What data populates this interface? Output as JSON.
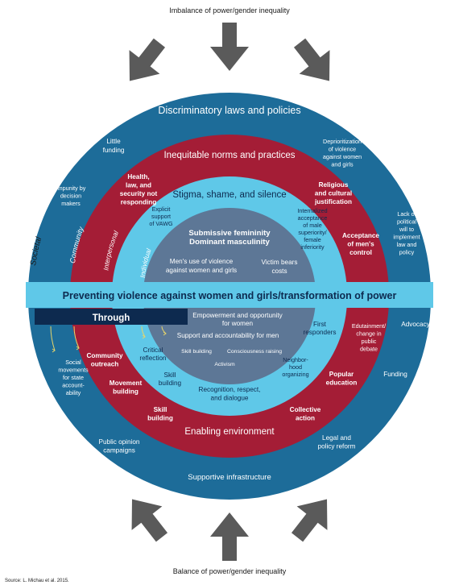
{
  "top_label": "Imbalance of power/gender inequality",
  "bottom_label": "Balance of power/gender inequality",
  "source": "Source: L. Michau et al. 2015.",
  "colors": {
    "outer_ring": "#1d6c99",
    "middle_ring": "#a41d36",
    "inner_ring": "#5fc8e8",
    "core": "#5d7796",
    "band": "#5fc8e8",
    "arrow": "#5a5a5a",
    "through_box": "#0d2a4f"
  },
  "labels": {
    "societal": "Societal",
    "community": "Community",
    "interpersonal": "Interpersonal",
    "individual": "Individual"
  },
  "band": {
    "text": "Preventing violence against women and girls/transformation of power",
    "through": "Through"
  },
  "top_half": {
    "outer_title": "Discriminatory laws and policies",
    "outer_items": [
      [
        "Little",
        "funding"
      ],
      [
        "Impunity by",
        "decision",
        "makers"
      ],
      [
        "Deprioritization",
        "of violence",
        "against women",
        "and girls"
      ],
      [
        "Lack of",
        "political",
        "will to",
        "implement",
        "law and",
        "policy"
      ]
    ],
    "middle_title": "Inequitable norms and practices",
    "middle_items": [
      [
        "Health,",
        "law, and",
        "security not",
        "responding"
      ],
      [
        "Religious",
        "and cultural",
        "justification"
      ],
      [
        "Acceptance",
        "of men's",
        "control"
      ]
    ],
    "inner_title": "Stigma, shame, and silence",
    "inner_items": [
      [
        "Explicit",
        "support",
        "of VAWG"
      ],
      [
        "Internalized",
        "acceptance",
        "of male",
        "superiority/",
        "female",
        "inferiority"
      ]
    ],
    "core_items": [
      [
        "Submissive femininity",
        "Dominant masculinity"
      ],
      [
        "Men's use of violence",
        "against women and girls"
      ],
      [
        "Victim bears",
        "costs"
      ]
    ]
  },
  "bottom_half": {
    "core_items": [
      [
        "Empowerment and opportunity",
        "for women"
      ],
      [
        "Support and accountability for men"
      ],
      [
        "Skill building"
      ],
      [
        "Consciousness raising"
      ],
      [
        "Activism"
      ]
    ],
    "inner_items": [
      [
        "Critical",
        "reflection"
      ],
      [
        "Skill",
        "building"
      ],
      [
        "First",
        "responders"
      ],
      [
        "Neighbor-",
        "hood",
        "organizing"
      ]
    ],
    "inner_title": [
      "Recognition, respect,",
      "and dialogue"
    ],
    "middle_items": [
      [
        "Community",
        "outreach"
      ],
      [
        "Movement",
        "building"
      ],
      [
        "Skill",
        "building"
      ],
      [
        "Edutainment/",
        "change in",
        "public",
        "debate"
      ],
      [
        "Popular",
        "education"
      ],
      [
        "Collective",
        "action"
      ]
    ],
    "middle_title": "Enabling environment",
    "outer_items": [
      [
        "Social",
        "movements",
        "for state",
        "account-",
        "ability"
      ],
      [
        "Public opinion",
        "campaigns"
      ],
      [
        "Advocacy"
      ],
      [
        "Funding"
      ],
      [
        "Legal and",
        "policy reform"
      ]
    ],
    "outer_title": "Supportive infrastructure"
  }
}
